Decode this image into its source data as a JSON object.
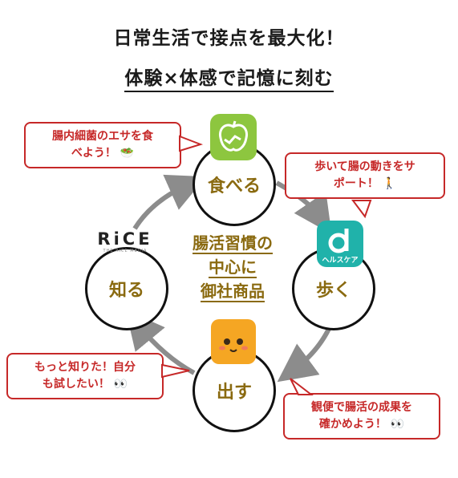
{
  "title": {
    "line1": "日常生活で接点を最大化！",
    "line2": "体験×体感で記憶に刻む"
  },
  "center": {
    "line1": "腸活習慣の",
    "line2": "中心に",
    "line3": "御社商品"
  },
  "nodes": {
    "eat": "食べる",
    "walk": "歩く",
    "out": "出す",
    "know": "知る"
  },
  "bubbles": {
    "eat": {
      "line1": "腸内細菌のエサを食",
      "line2": "べよう！",
      "emoji": "🥗"
    },
    "walk": {
      "line1": "歩いて腸の動きをサ",
      "line2": "ポート！",
      "emoji": "🚶"
    },
    "out": {
      "line1": "観便で腸活の成果を",
      "line2": "確かめよう！",
      "emoji": "👀"
    },
    "know": {
      "line1": "もっと知りた！自分",
      "line2": "も試したい！",
      "emoji": "👀"
    }
  },
  "icons": {
    "eat": "apple-app-icon",
    "walk": "healthcare-app-icon",
    "out": "poop-character-icon",
    "know": "rice-logo"
  },
  "walk_app_label": "ヘルスケア",
  "rice_logo": {
    "word": "RiCE",
    "sub": "THE RICE MEDIA"
  },
  "colors": {
    "accent_text": "#8a6a10",
    "bubble_red": "#c62828",
    "arrow_gray": "#8c8c8c",
    "apple_green": "#8dc63f",
    "healthcare_teal": "#20b2aa",
    "poop_orange": "#f5a623"
  }
}
